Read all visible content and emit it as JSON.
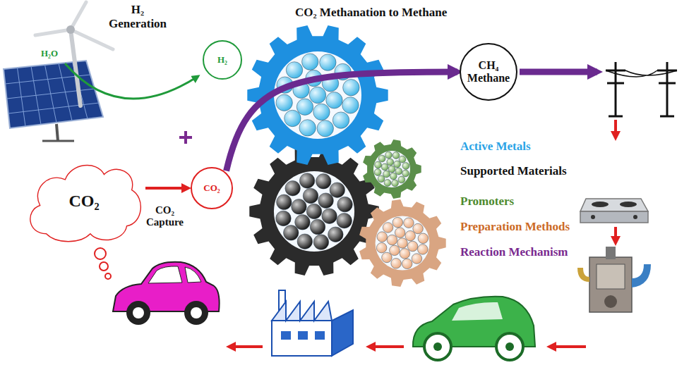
{
  "diagram": {
    "title": "CO₂ Methanation to Methane",
    "nodes": [
      {
        "text": [
          "CO₂"
        ]
      },
      {
        "text": [
          "H₂"
        ]
      },
      {
        "text": [
          "CO₂"
        ]
      },
      {
        "text": [
          "CH₄",
          "Methane"
        ]
      }
    ],
    "edges": [
      {
        "from": 0,
        "to": 2,
        "arrow": "to",
        "label": "CO₂ Capture"
      },
      {
        "from": 2,
        "to": 3,
        "arrow": "to"
      }
    ],
    "labels": [
      "H₂ Generation",
      "H₂O",
      "Active Metals",
      "Supported Materials",
      "Promoters",
      "Preparation Methods",
      "Reaction Mechanism"
    ]
  }
}
